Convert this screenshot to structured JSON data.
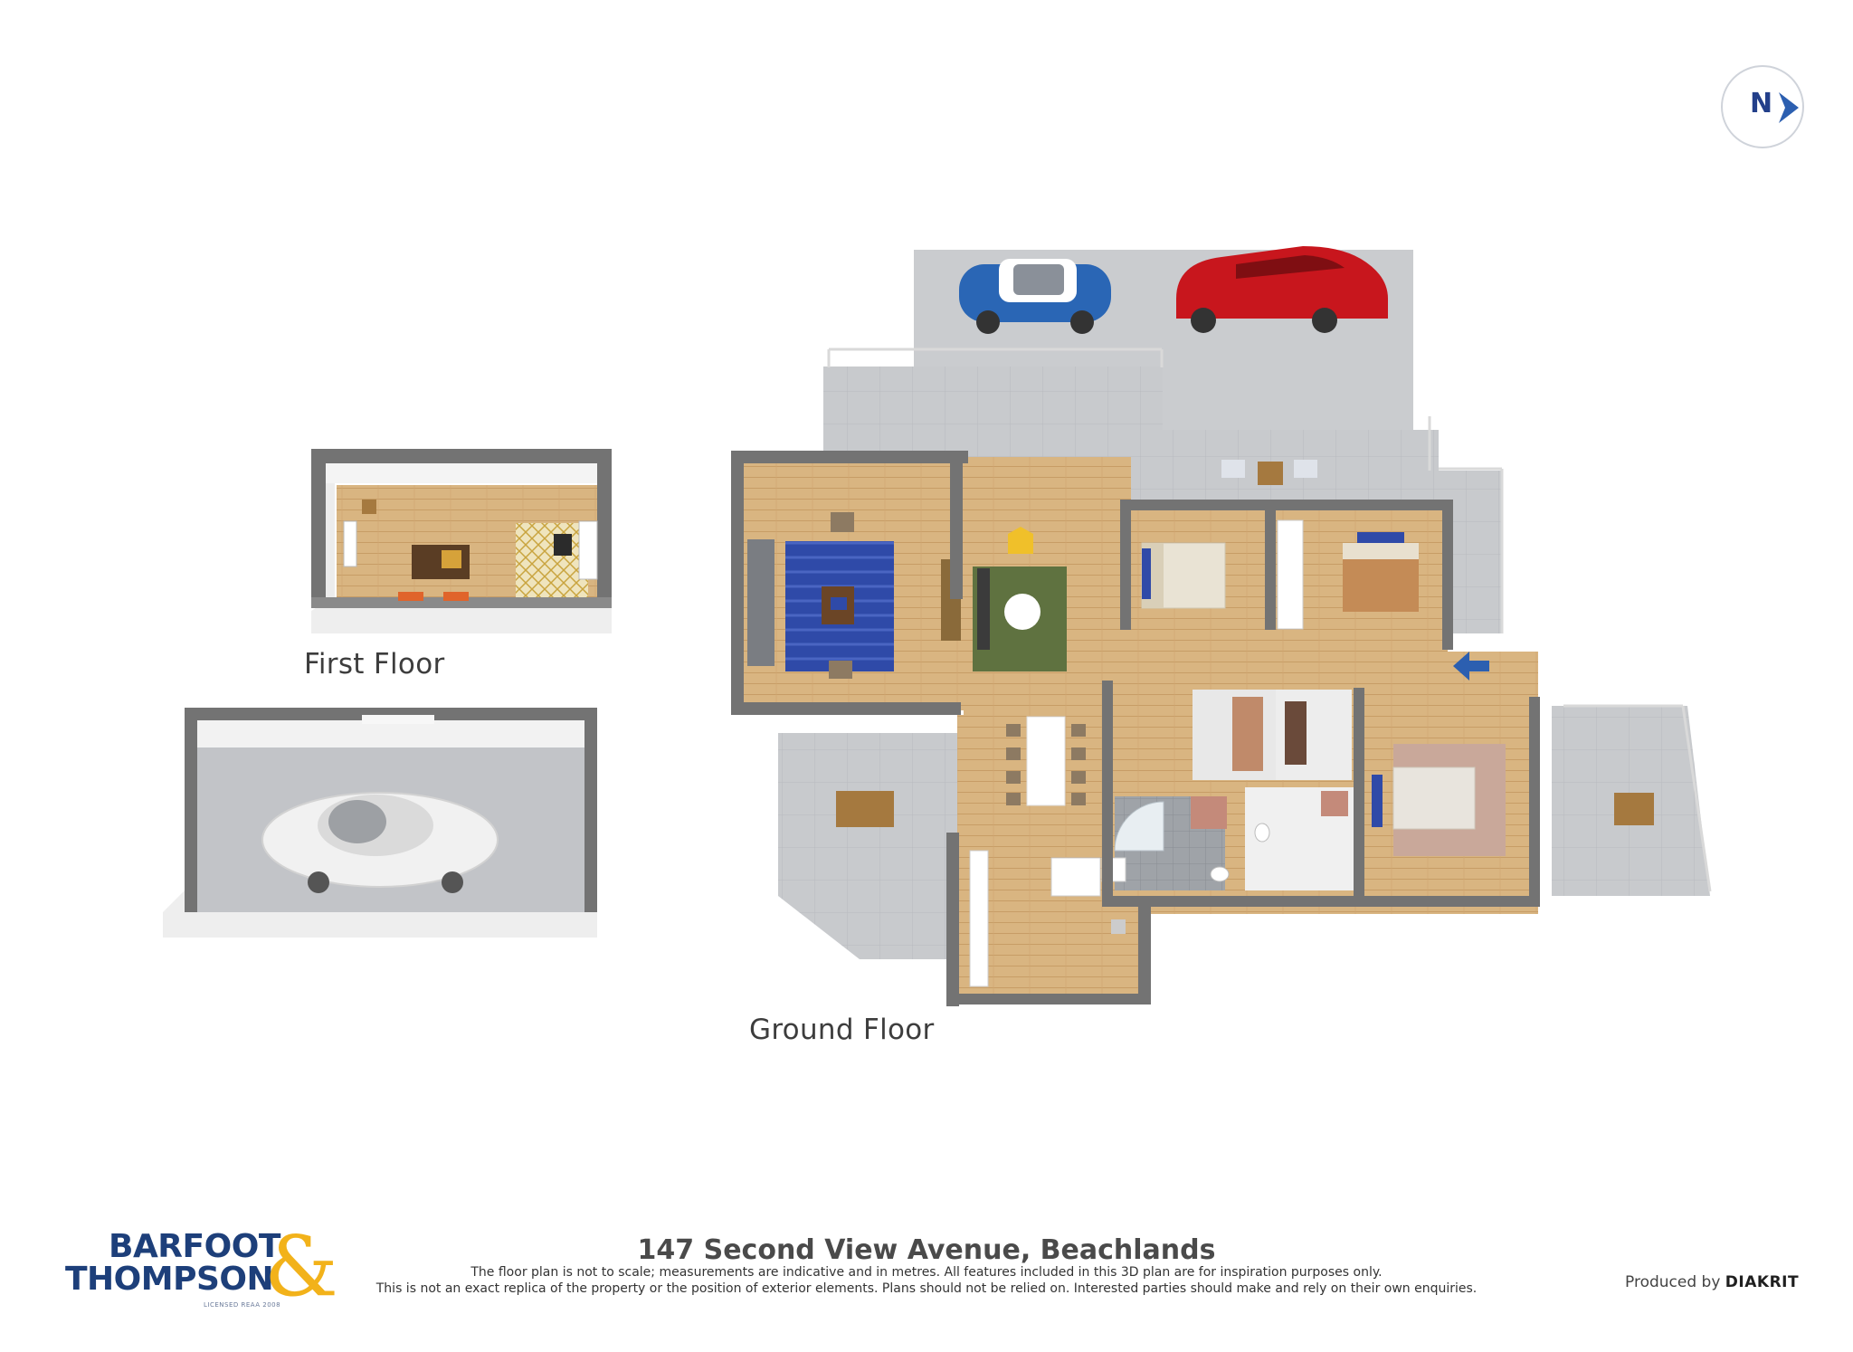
{
  "floors": {
    "first_floor_label": "First Floor",
    "ground_floor_label": "Ground Floor"
  },
  "compass": {
    "letter": "N",
    "direction": "east"
  },
  "address": "147 Second View Avenue, Beachlands",
  "disclaimer": {
    "line1": "The floor plan is not to scale; measurements are indicative and in metres. All features included in this 3D plan are for inspiration purposes only.",
    "line2": "This is not an exact replica of the property or the position of exterior elements. Plans should not be relied on. Interested parties should make and rely on their own enquiries."
  },
  "brand": {
    "line1": "BARFOOT",
    "line2": "THOMPSON",
    "ampersand": "&",
    "license": "LICENSED REAA 2008"
  },
  "credit": {
    "prefix": "Produced by",
    "brand": "DIAKRIT"
  },
  "colors": {
    "wall": "#737373",
    "wood_floor": "#d8b27f",
    "deck": "#c7c9cd",
    "garage_floor": "#c2c4c8",
    "rug_blue": "#2f4aa8",
    "rug_green": "#5f7240",
    "car_blue": "#2a66b5",
    "car_red": "#c8161d",
    "accent_blue": "#2c5fb0",
    "logo_blue": "#1d3f7a",
    "logo_gold": "#f2b21a"
  }
}
